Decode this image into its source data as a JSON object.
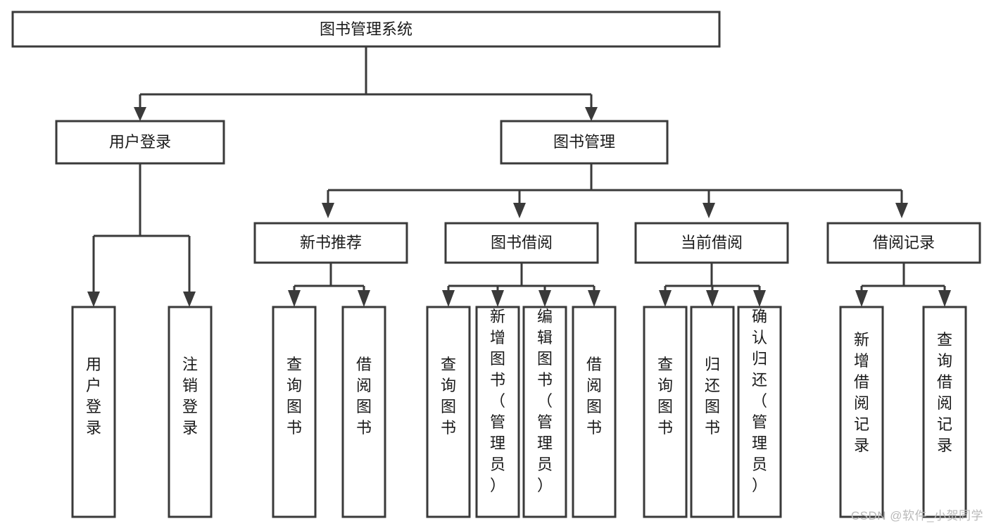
{
  "diagram": {
    "type": "tree",
    "title": "图书管理系统",
    "orientation": "top-down",
    "levels": 4,
    "colors": {
      "box_stroke": "#3a3a3a",
      "box_fill": "#ffffff",
      "connector": "#3a3a3a",
      "text": "#1a1a1a",
      "watermark": "#b9b9b9"
    },
    "root": {
      "label": "图书管理系统"
    },
    "level2": [
      {
        "label": "用户登录"
      },
      {
        "label": "图书管理"
      }
    ],
    "level3": [
      {
        "label": "新书推荐"
      },
      {
        "label": "图书借阅"
      },
      {
        "label": "当前借阅"
      },
      {
        "label": "借阅记录"
      }
    ],
    "leaves": {
      "用户登录": [
        {
          "label": "用户登录"
        },
        {
          "label": "注销登录"
        }
      ],
      "新书推荐": [
        {
          "label": "查询图书"
        },
        {
          "label": "借阅图书"
        }
      ],
      "图书借阅": [
        {
          "label": "查询图书"
        },
        {
          "label": "新增图书（管理员）"
        },
        {
          "label": "编辑图书（管理员）"
        },
        {
          "label": "借阅图书"
        }
      ],
      "当前借阅": [
        {
          "label": "查询图书"
        },
        {
          "label": "归还图书"
        },
        {
          "label": "确认归还（管理员）"
        }
      ],
      "借阅记录": [
        {
          "label": "新增借阅记录"
        },
        {
          "label": "查询借阅记录"
        }
      ]
    }
  },
  "watermark": {
    "text": "CSDN @软件_小贺同学"
  }
}
